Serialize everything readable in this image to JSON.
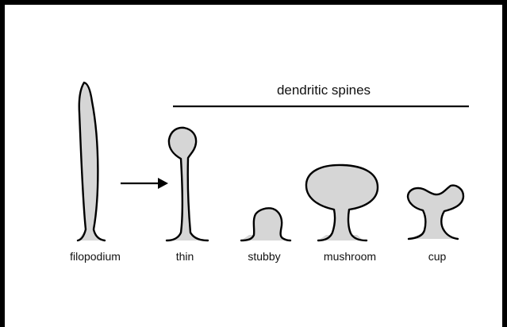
{
  "header": {
    "title": "dendritic spines"
  },
  "labels": {
    "filopodium": "filopodium",
    "thin": "thin",
    "stubby": "stubby",
    "mushroom": "mushroom",
    "cup": "cup"
  },
  "colors": {
    "fill": "#d6d6d6",
    "stroke": "#000000",
    "frame": "#000000"
  }
}
